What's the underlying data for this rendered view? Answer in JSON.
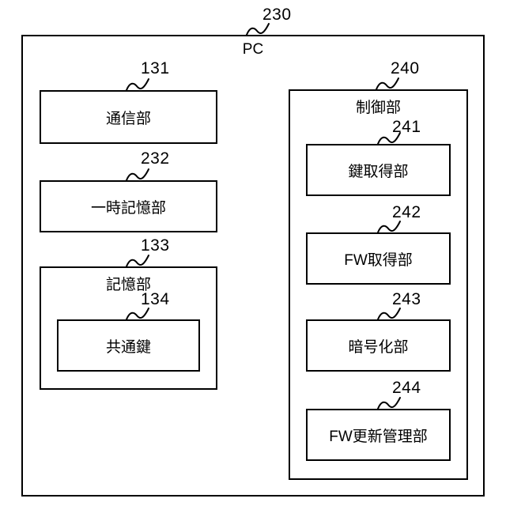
{
  "figure": {
    "type": "patent-block-diagram",
    "root_ref": "230",
    "root_label": "PC"
  },
  "left_column": {
    "blocks": [
      {
        "ref": "131",
        "label": "通信部"
      },
      {
        "ref": "232",
        "label": "一時記憶部"
      },
      {
        "ref": "133",
        "label": "記憶部",
        "children": [
          {
            "ref": "134",
            "label": "共通鍵"
          }
        ]
      }
    ]
  },
  "right_column": {
    "container": {
      "ref": "240",
      "label": "制御部"
    },
    "blocks": [
      {
        "ref": "241",
        "label": "鍵取得部"
      },
      {
        "ref": "242",
        "label": "FW取得部"
      },
      {
        "ref": "243",
        "label": "暗号化部"
      },
      {
        "ref": "244",
        "label": "FW更新管理部"
      }
    ]
  },
  "colors": {
    "stroke": "#000000",
    "fill": "#ffffff",
    "text": "#000000"
  }
}
